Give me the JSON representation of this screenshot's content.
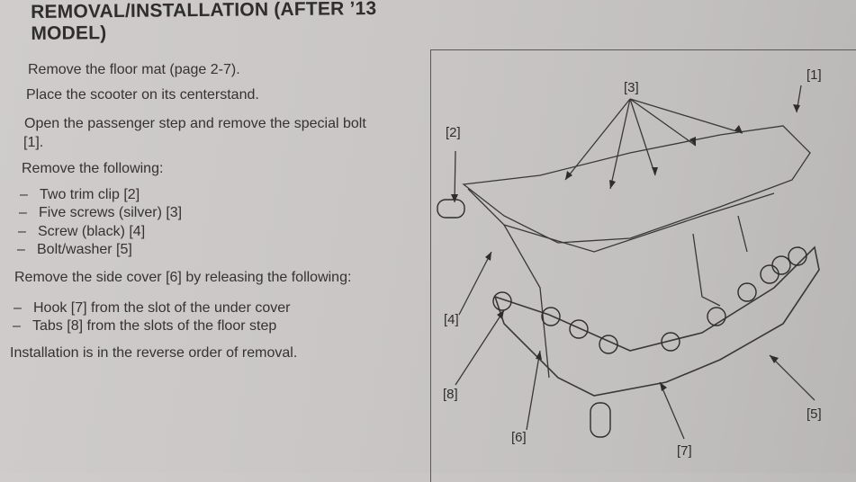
{
  "heading": {
    "line1": "REMOVAL/INSTALLATION (AFTER ’13",
    "line2": "MODEL)"
  },
  "steps": [
    "Remove the floor mat (page 2-7).",
    "Place the scooter on its centerstand.",
    "Open the passenger step and remove the special bolt",
    "[1].",
    "Remove the following:"
  ],
  "remove_items": [
    "Two trim clip [2]",
    "Five screws (silver) [3]",
    "Screw (black) [4]",
    "Bolt/washer [5]"
  ],
  "side_cover_step": "Remove the side cover [6] by releasing the following:",
  "release_items": [
    "Hook [7] from the slot of the under cover",
    "Tabs [8] from the slots of the floor step"
  ],
  "installation_note": "Installation is in the reverse order of removal.",
  "dash": "–",
  "diagram": {
    "callouts": {
      "c1": "[1]",
      "c2": "[2]",
      "c3": "[3]",
      "c4": "[4]",
      "c5": "[5]",
      "c6": "[6]",
      "c7": "[7]",
      "c8": "[8]"
    }
  }
}
